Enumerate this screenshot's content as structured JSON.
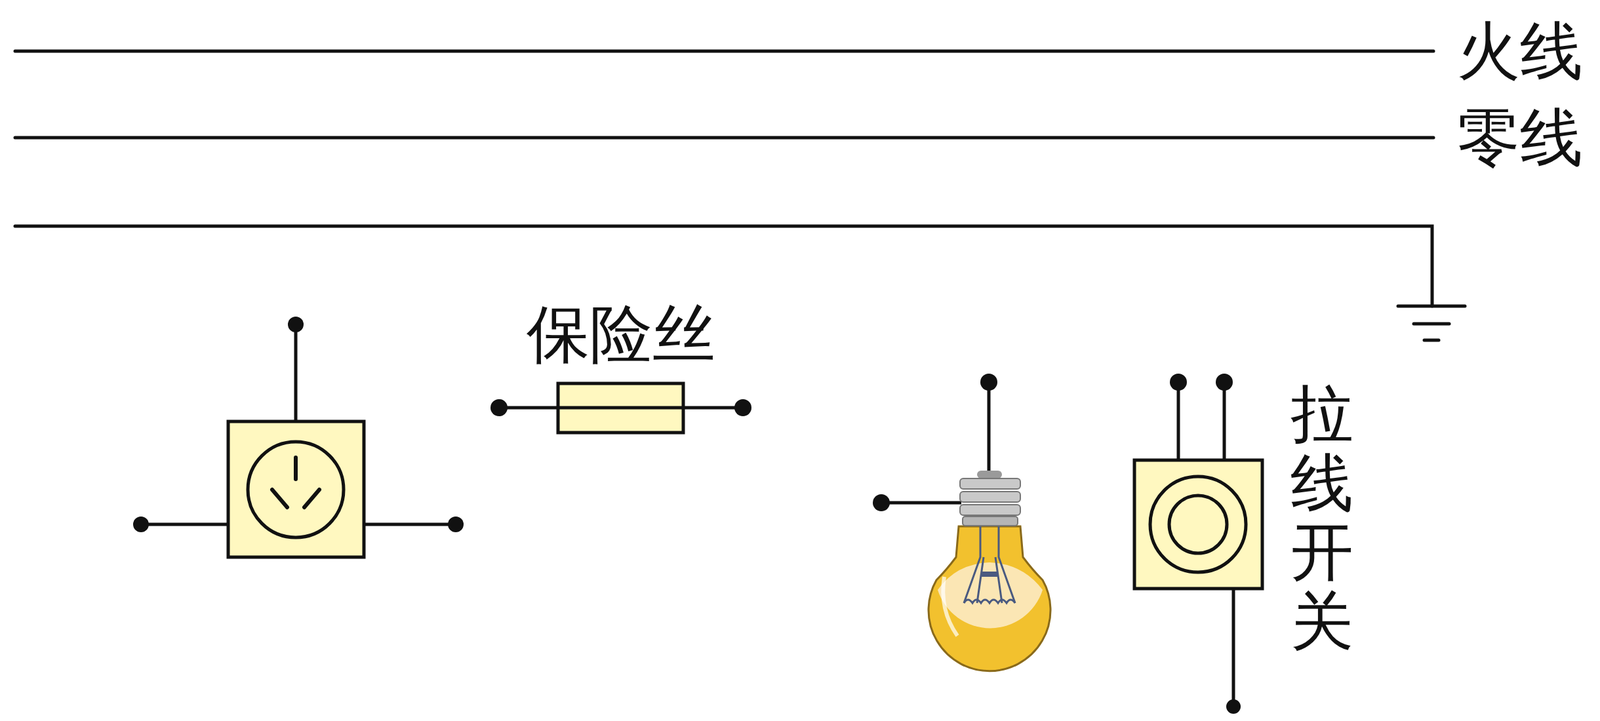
{
  "diagram": {
    "nodes": [
      {
        "text": [
          "保险丝"
        ]
      },
      {
        "text": [
          "拉线开关"
        ]
      }
    ],
    "labels": [
      "火线",
      "零线"
    ]
  }
}
